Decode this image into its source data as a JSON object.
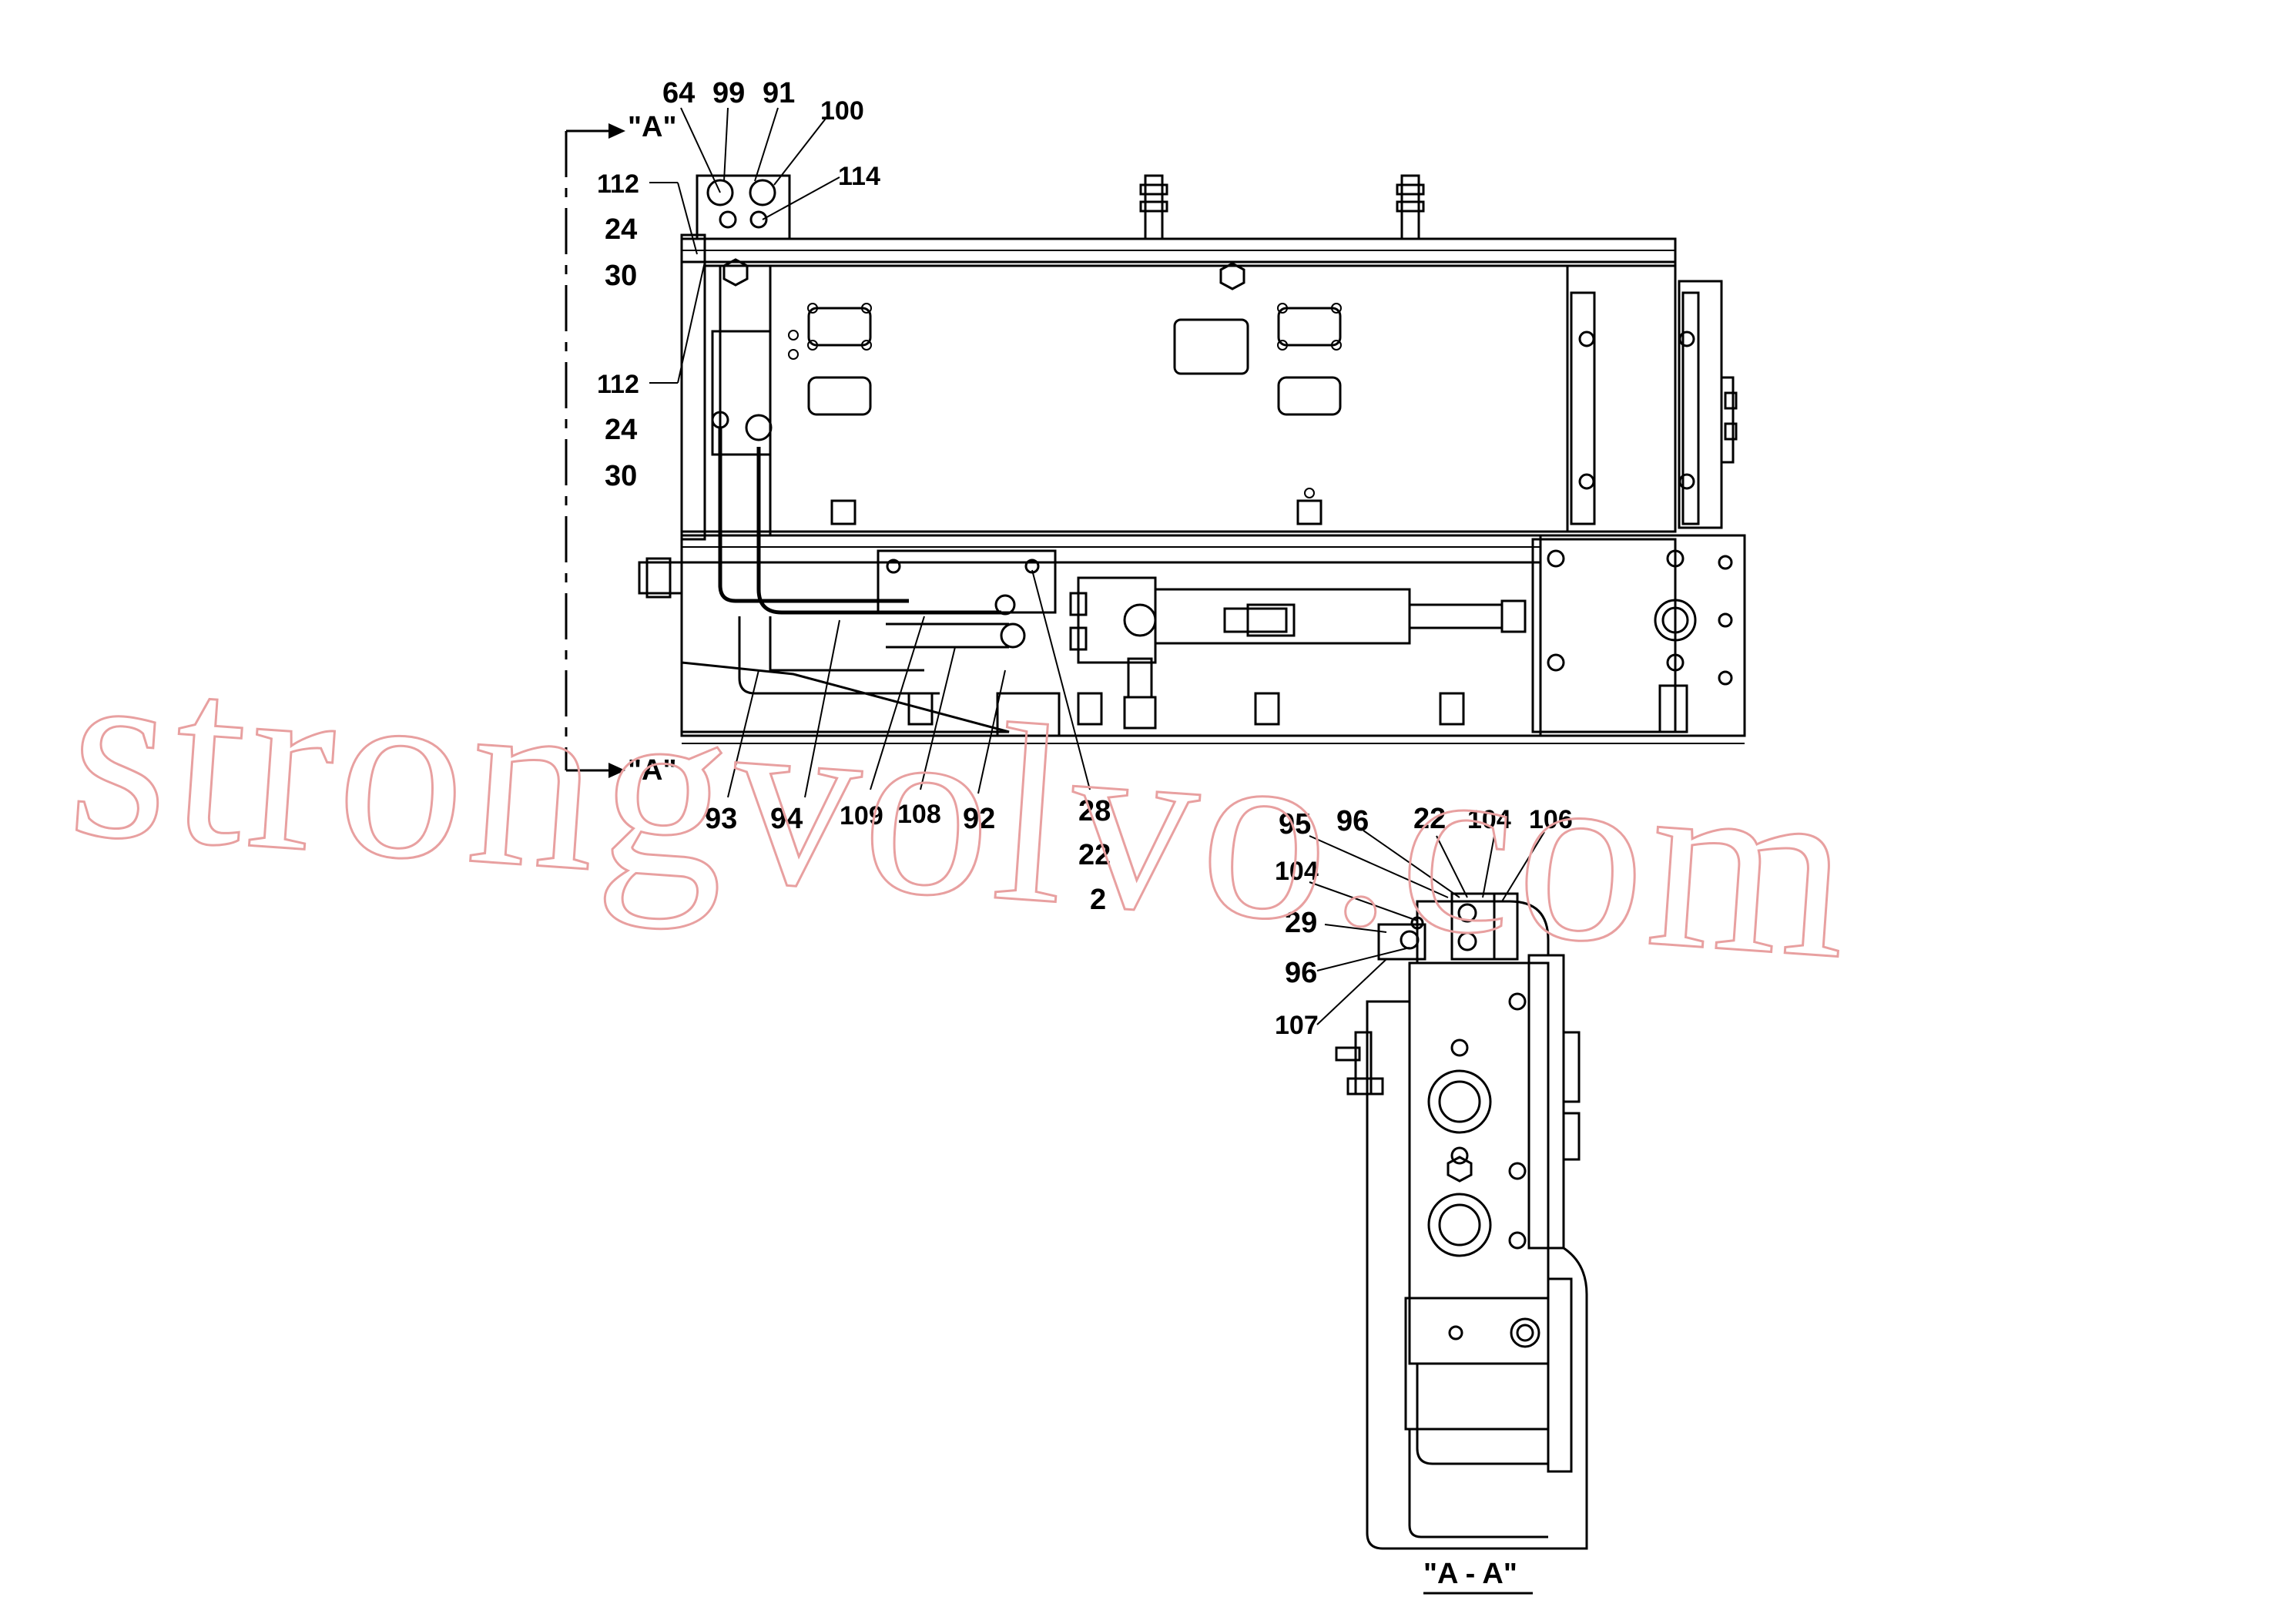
{
  "watermark": "strongvolvo.com",
  "section_marks": {
    "top": "\"A\"",
    "bottom": "\"A\""
  },
  "section_view_title": "\"A - A\"",
  "main_view_labels": {
    "l64": "64",
    "l99": "99",
    "l91": "91",
    "l100": "100",
    "l114": "114",
    "l112a": "112",
    "l24a": "24",
    "l30a": "30",
    "l112b": "112",
    "l24b": "24",
    "l30b": "30",
    "l93": "93",
    "l94": "94",
    "l109": "109",
    "l108": "108",
    "l92": "92",
    "l28": "28",
    "l22": "22",
    "l2": "2"
  },
  "section_view_labels": {
    "l95": "95",
    "l96": "96",
    "l22": "22",
    "l104a": "104",
    "l106": "106",
    "l104b": "104",
    "l29": "29",
    "l96b": "96",
    "l107": "107"
  }
}
